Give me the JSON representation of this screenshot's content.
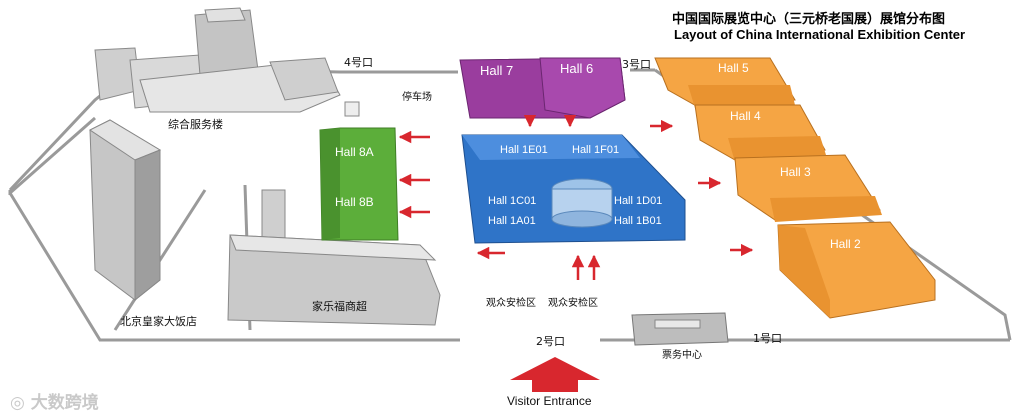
{
  "title": {
    "zh": "中国国际展览中心（三元桥老国展）展馆分布图",
    "en": "Layout of China International Exhibition Center"
  },
  "halls": {
    "h1e01": "Hall 1E01",
    "h1f01": "Hall 1F01",
    "h1c01": "Hall 1C01",
    "h1d01": "Hall 1D01",
    "h1a01": "Hall 1A01",
    "h1b01": "Hall 1B01",
    "h2": "Hall 2",
    "h3": "Hall 3",
    "h4": "Hall 4",
    "h5": "Hall 5",
    "h6": "Hall 6",
    "h7": "Hall 7",
    "h8a": "Hall 8A",
    "h8b": "Hall 8B"
  },
  "gates": {
    "g1": "1号口",
    "g2": "2号口",
    "g3": "3号口",
    "g4": "4号口"
  },
  "labels": {
    "service_building": "综合服务楼",
    "parking": "停车场",
    "hotel": "北京皇家大饭店",
    "carrefour": "家乐福商超",
    "security_left": "观众安检区",
    "security_right": "观众安检区",
    "ticket_center": "票务中心",
    "visitor_entrance": "Visitor Entrance"
  },
  "watermark": "大数跨境",
  "colors": {
    "orange": "#f5a544",
    "purple": "#9a3d9e",
    "blue": "#2f74c8",
    "green": "#5cae3a",
    "arrow_red": "#d8272e",
    "gray": "#b9b9b9"
  }
}
